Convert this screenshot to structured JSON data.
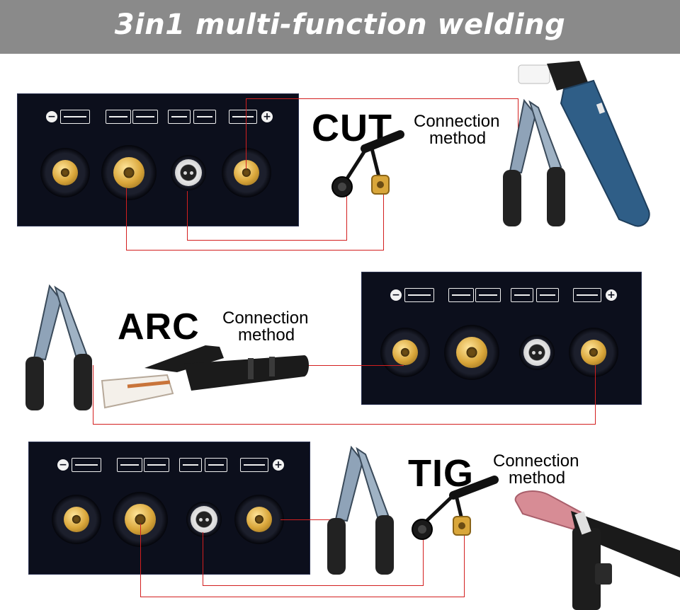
{
  "banner": {
    "title": "3in1 multi-function welding"
  },
  "sections": {
    "cut": {
      "mode_label": "CUT",
      "caption_line1": "Connection",
      "caption_line2": "method"
    },
    "arc": {
      "mode_label": "ARC",
      "caption_line1": "Connection",
      "caption_line2": "method"
    },
    "tig": {
      "mode_label": "TIG",
      "caption_line1": "Connection",
      "caption_line2": "method"
    }
  },
  "panel_symbols": {
    "minus": "−",
    "plus": "+"
  },
  "colors": {
    "banner": "#8a8a8a",
    "panel": "#0c0f1c",
    "wire": "#d31f1f",
    "brass": "#d9a63a",
    "torch_blue": "#2f5e87"
  }
}
